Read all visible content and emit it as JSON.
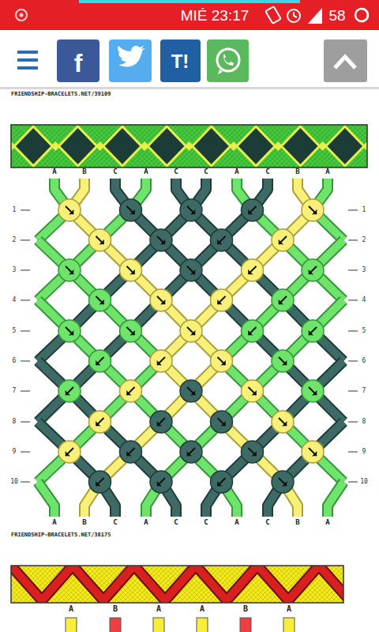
{
  "diagram": {
    "labels": [
      "MIÉ 23:17",
      "58",
      "f",
      "T!",
      "FRIENDSHIP-BRACELETS.NET/39109",
      "A",
      "B",
      "C",
      "A",
      "C",
      "C",
      "A",
      "C",
      "B",
      "A",
      "1",
      "1",
      "2",
      "2",
      "3",
      "3",
      "4",
      "4",
      "5",
      "5",
      "6",
      "6",
      "7",
      "7",
      "8",
      "8",
      "9",
      "9",
      "10",
      "10",
      "A",
      "B",
      "C",
      "A",
      "C",
      "C",
      "A",
      "C",
      "B",
      "A",
      "FRIENDSHIP-BRACELETS.NET/38175",
      "A",
      "B",
      "A",
      "A",
      "B",
      "A"
    ]
  }
}
